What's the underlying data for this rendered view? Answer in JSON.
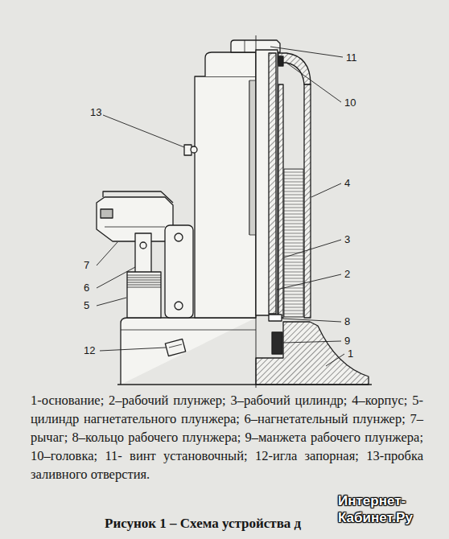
{
  "diagram": {
    "title": "Рисунок 1 – Схема устройства д",
    "caption": "1-основание; 2–рабочий плунжер; 3–рабочий цилиндр; 4–корпус; 5- цилиндр нагнетательного плунжера; 6–нагнетательный плунжер; 7–рычаг; 8–кольцо рабочего плунжера; 9–манжета рабочего плунжера; 10–головка; 11- винт установочный; 12-игла запорная; 13-пробка заливного отверстия.",
    "labels": [
      "11",
      "10",
      "13",
      "4",
      "3",
      "2",
      "7",
      "8",
      "6",
      "9",
      "1",
      "5",
      "12",
      "Интернет- Кабинет.Ру"
    ]
  }
}
